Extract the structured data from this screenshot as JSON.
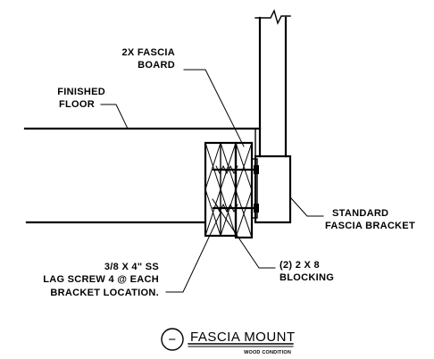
{
  "labels": {
    "fascia_board_line1": "2X FASCIA",
    "fascia_board_line2": "BOARD",
    "finished_floor_line1": "FINISHED",
    "finished_floor_line2": "FLOOR",
    "bracket_line1": "STANDARD",
    "bracket_line2": "FASCIA BRACKET",
    "lag_line1": "3/8 X 4\" SS",
    "lag_line2": "LAG SCREW 4 @ EACH",
    "lag_line3": "BRACKET LOCATION.",
    "blocking_line1": "(2) 2 X 8",
    "blocking_line2": "BLOCKING"
  },
  "title_block": {
    "symbol": "−",
    "title": "FASCIA MOUNT",
    "subtitle": "WOOD CONDITION"
  }
}
